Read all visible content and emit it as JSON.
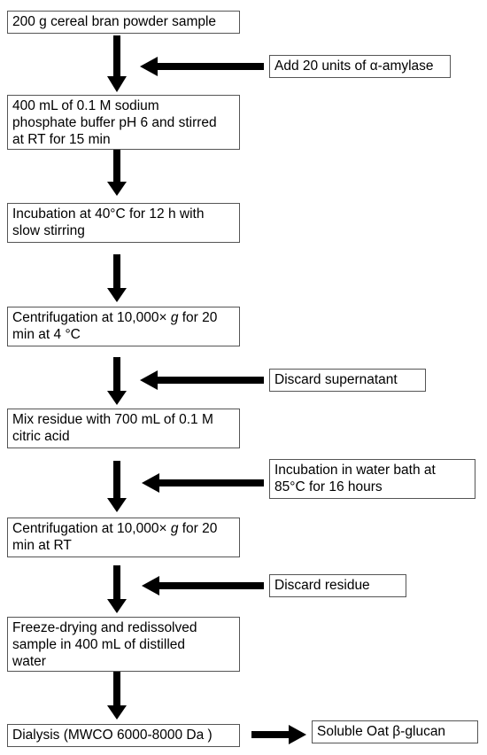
{
  "steps": [
    {
      "lines": [
        "200 g cereal bran powder sample"
      ]
    },
    {
      "lines": [
        "400 mL of 0.1 M sodium",
        "phosphate buffer pH 6 and stirred",
        "at RT for 15 min"
      ]
    },
    {
      "lines": [
        "Incubation at 40°C for 12 h with",
        "slow stirring"
      ]
    },
    {
      "lines": [
        {
          "pre": "Centrifugation at 10,000× ",
          "em": "g",
          "post": " for 20"
        },
        "min at 4 °C"
      ]
    },
    {
      "lines": [
        "Mix residue with 700 mL of 0.1 M",
        "citric acid"
      ]
    },
    {
      "lines": [
        {
          "pre": "Centrifugation at 10,000× ",
          "em": "g",
          "post": " for 20"
        },
        "min at RT"
      ]
    },
    {
      "lines": [
        "Freeze-drying and redissolved",
        "sample in 400 mL of distilled",
        "water"
      ]
    },
    {
      "lines": [
        "Dialysis (MWCO 6000-8000 Da )"
      ]
    }
  ],
  "side_inputs": [
    {
      "lines": [
        "Add 20 units of α-amylase"
      ]
    },
    {
      "lines": [
        "Discard supernatant"
      ]
    },
    {
      "lines": [
        "Incubation in water bath at",
        "85°C for 16 hours"
      ]
    },
    {
      "lines": [
        "Discard residue"
      ]
    }
  ],
  "output": {
    "lines": [
      "Soluble Oat β-glucan"
    ]
  },
  "arrow_color": "#000000",
  "border_color": "#555555"
}
